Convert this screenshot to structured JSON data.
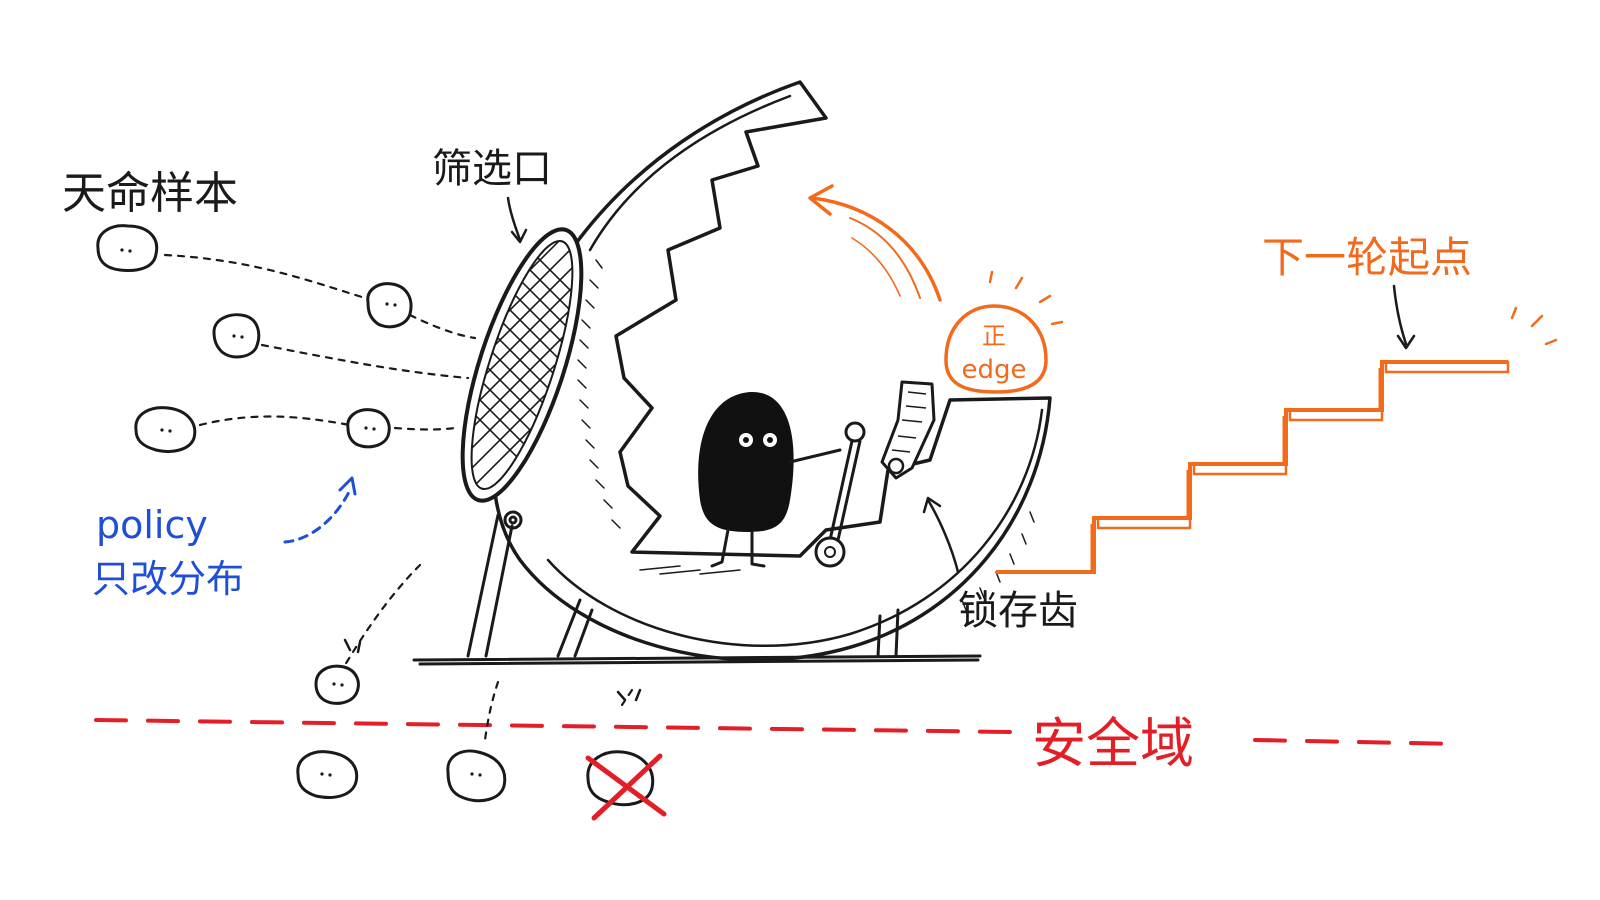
{
  "labels": {
    "heaven_samples": "天命样本",
    "filter_port": "筛选口",
    "policy_line1": "policy",
    "policy_line2": "只改分布",
    "lock_teeth": "锁存齿",
    "next_start": "下一轮起点",
    "safe_zone": "安全域",
    "badge_top": "正",
    "badge_bottom": "edge"
  },
  "colors": {
    "ink": "#1a1a1a",
    "orange": "#f26a1b",
    "blue": "#1f4fd6",
    "red": "#e21f26"
  },
  "icons": {
    "samples": "pebble-icon",
    "reject": "x-cross-icon",
    "character": "blob-character-icon",
    "lever": "lever-icon",
    "sparkle": "sparkle-icon"
  }
}
